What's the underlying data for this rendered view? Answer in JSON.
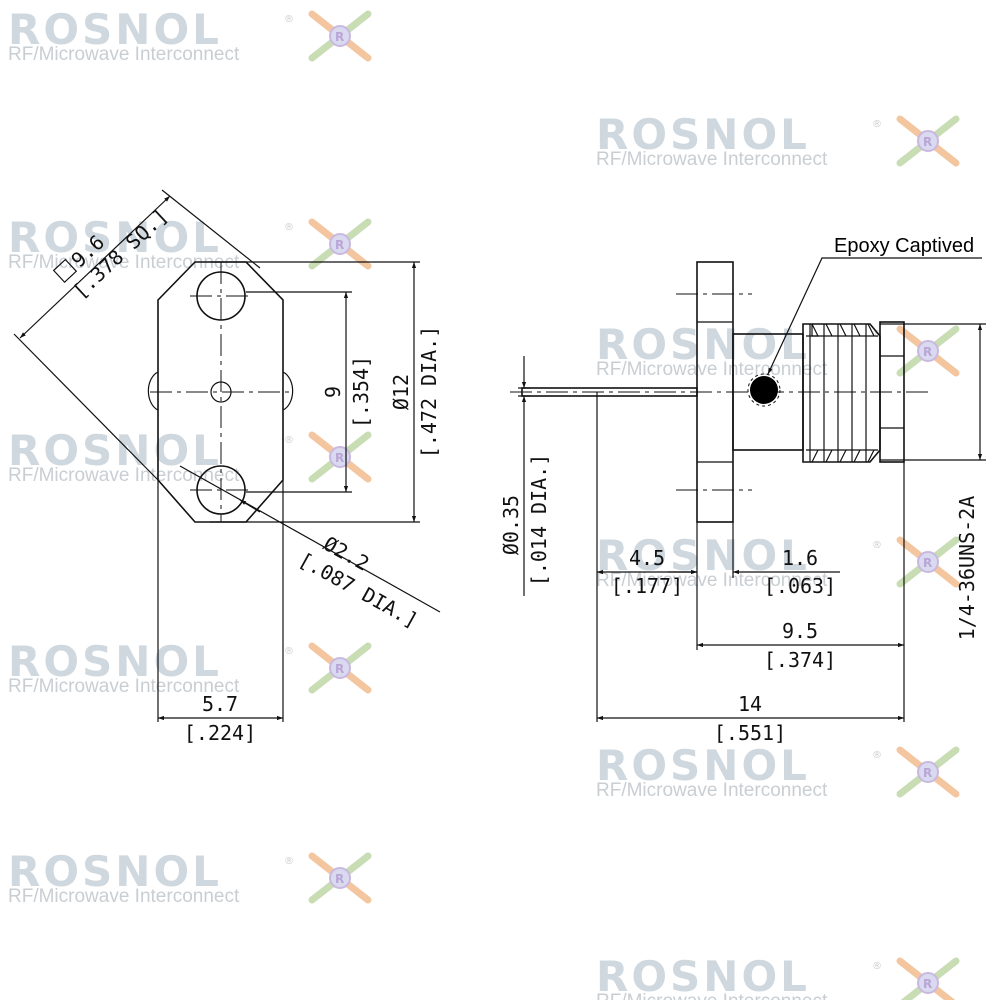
{
  "watermark": {
    "brand": "ROSNOL",
    "tagline": "RF/Microwave Interconnect",
    "registered": "®",
    "brand_color": "#cfd8de",
    "tagline_color": "#c9ced2"
  },
  "front_view": {
    "square_mm": "9.6",
    "square_in": "[.378 SQ.]",
    "hole_spacing_mm": "9",
    "hole_spacing_in": "[.354]",
    "diameter_mm": "Ø12",
    "diameter_in": "[.472 DIA.]",
    "hole_dia_mm": "Ø2.2",
    "hole_dia_in": "[.087 DIA.]",
    "width_mm": "5.7",
    "width_in": "[.224]"
  },
  "side_view": {
    "epoxy_note": "Epoxy Captived",
    "pin_dia_mm": "Ø0.35",
    "pin_dia_in": "[.014 DIA.]",
    "pin_len_mm": "4.5",
    "pin_len_in": "[.177]",
    "flange_mm": "1.6",
    "flange_in": "[.063]",
    "body_mm": "9.5",
    "body_in": "[.374]",
    "overall_mm": "14",
    "overall_in": "[.551]",
    "thread": "1/4-36UNS-2A"
  }
}
